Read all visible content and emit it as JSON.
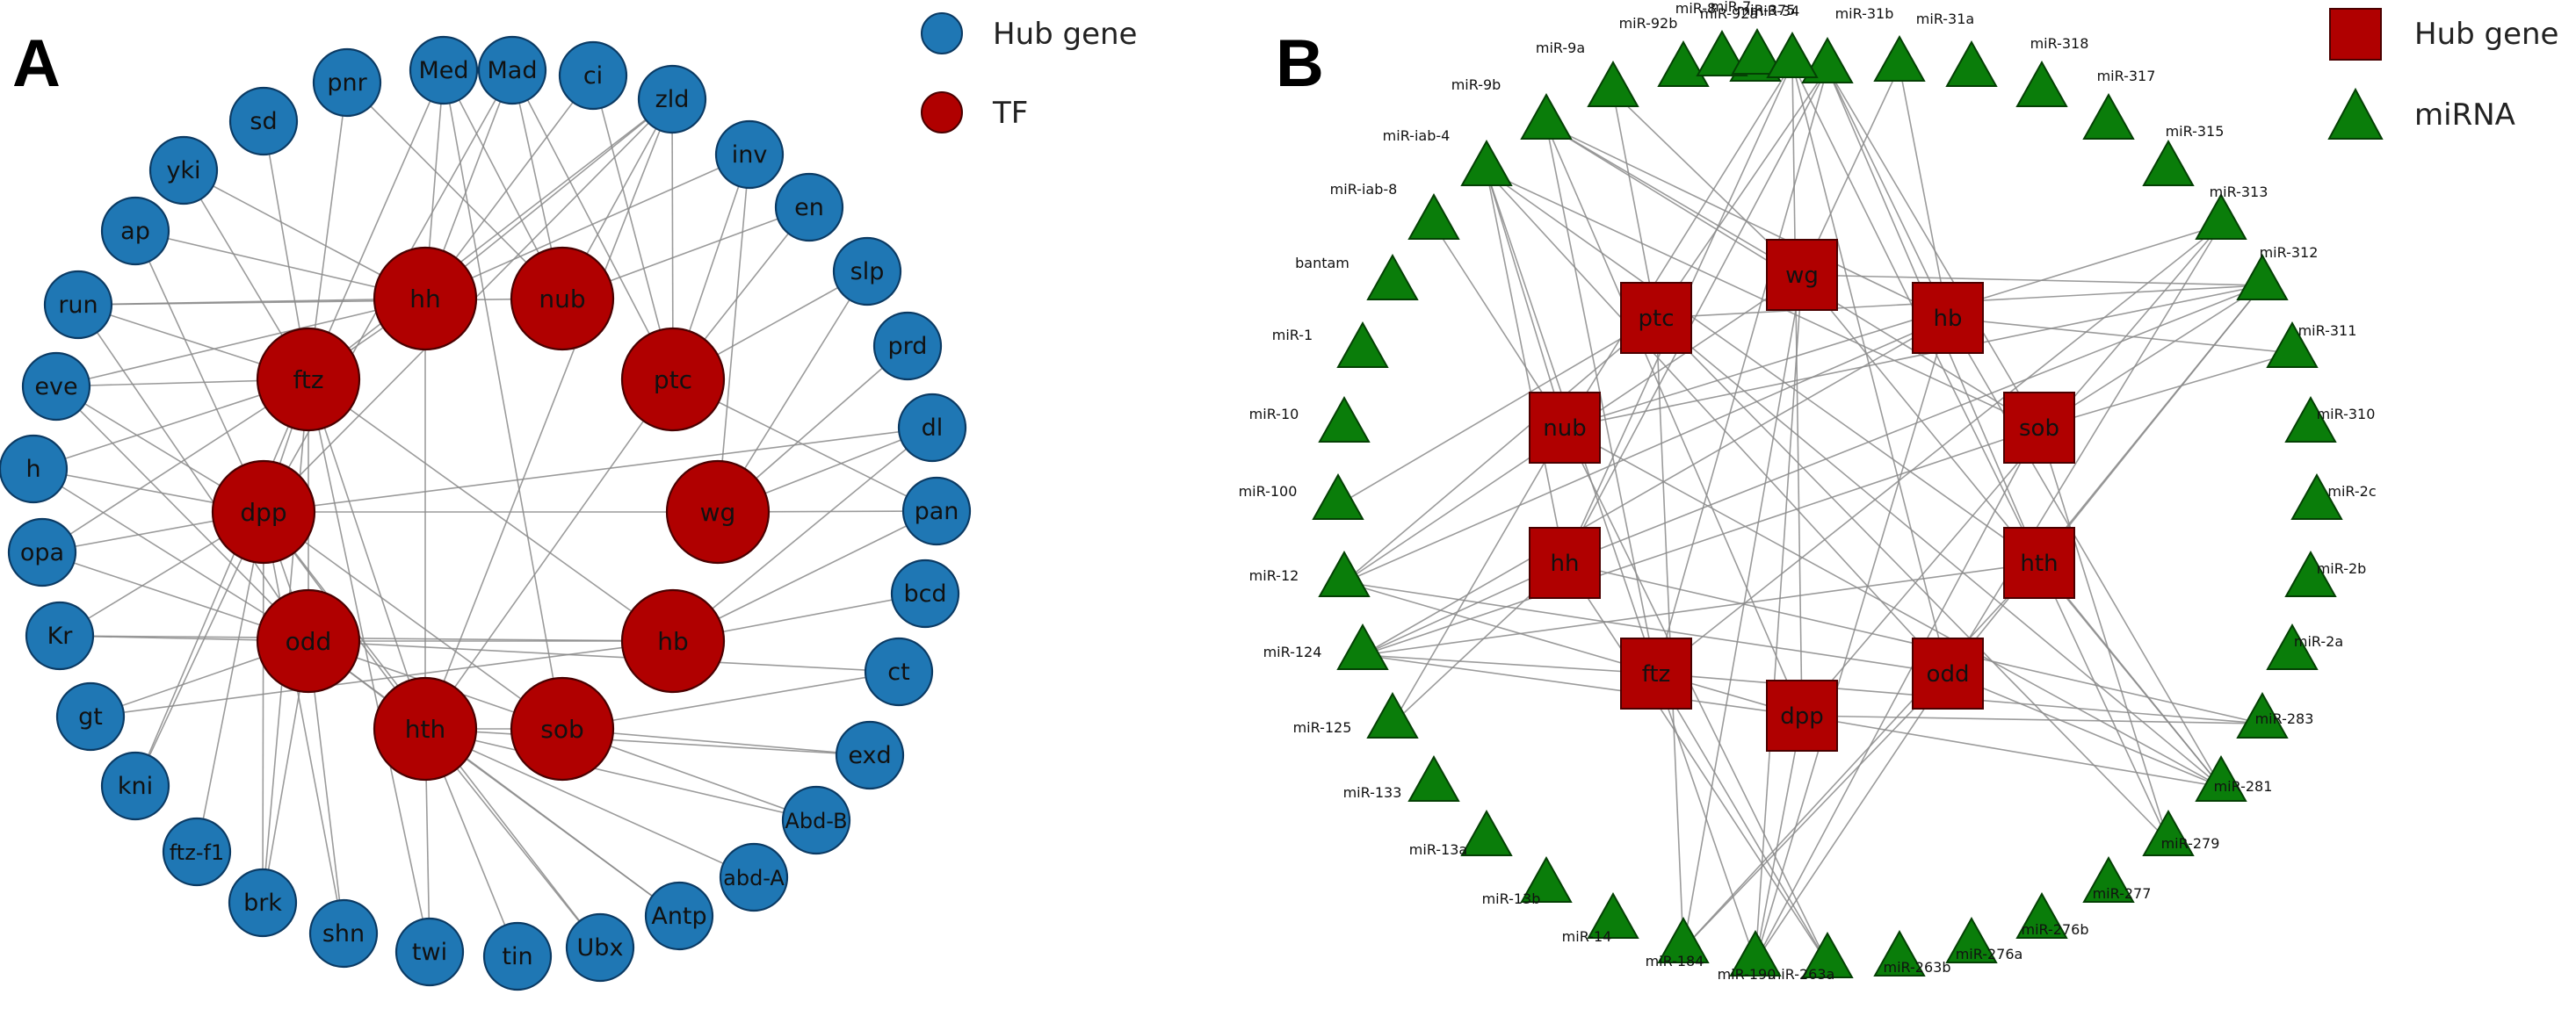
{
  "colors": {
    "hub_blue": "#1f77b4",
    "tf_red": "#b00000",
    "mirna_green": "#0a7d0a",
    "edge": "#8a8a8a"
  },
  "panel_a": {
    "label": "A",
    "legend": [
      {
        "shape": "circle",
        "color": "#1f77b4",
        "text": "Hub gene"
      },
      {
        "shape": "circle",
        "color": "#b00000",
        "text": "TF"
      }
    ],
    "outer_nodes": [
      "Med",
      "Mad",
      "ci",
      "zld",
      "inv",
      "en",
      "slp",
      "prd",
      "dl",
      "pan",
      "bcd",
      "ct",
      "exd",
      "Abd-B",
      "abd-A",
      "Antp",
      "Ubx",
      "tin",
      "twi",
      "shn",
      "brk",
      "ftz-f1",
      "kni",
      "gt",
      "Kr",
      "opa",
      "h",
      "eve",
      "run",
      "ap",
      "yki",
      "sd",
      "pnr"
    ],
    "tf_nodes": [
      "hh",
      "nub",
      "ptc",
      "wg",
      "hb",
      "sob",
      "hth",
      "odd",
      "dpp",
      "ftz"
    ],
    "edges": [
      [
        "hh",
        "Med"
      ],
      [
        "hh",
        "Mad"
      ],
      [
        "hh",
        "ci"
      ],
      [
        "hh",
        "zld"
      ],
      [
        "hh",
        "inv"
      ],
      [
        "hh",
        "run"
      ],
      [
        "hh",
        "ap"
      ],
      [
        "hh",
        "yki"
      ],
      [
        "hh",
        "eve"
      ],
      [
        "nub",
        "Mad"
      ],
      [
        "nub",
        "Med"
      ],
      [
        "nub",
        "zld"
      ],
      [
        "nub",
        "en"
      ],
      [
        "nub",
        "run"
      ],
      [
        "nub",
        "pnr"
      ],
      [
        "ptc",
        "zld"
      ],
      [
        "ptc",
        "inv"
      ],
      [
        "ptc",
        "en"
      ],
      [
        "ptc",
        "slp"
      ],
      [
        "ptc",
        "ci"
      ],
      [
        "ptc",
        "Mad"
      ],
      [
        "ptc",
        "pan"
      ],
      [
        "ptc",
        "hth"
      ],
      [
        "wg",
        "dl"
      ],
      [
        "wg",
        "pan"
      ],
      [
        "wg",
        "prd"
      ],
      [
        "wg",
        "slp"
      ],
      [
        "wg",
        "dpp"
      ],
      [
        "wg",
        "inv"
      ],
      [
        "hb",
        "bcd"
      ],
      [
        "hb",
        "pan"
      ],
      [
        "hb",
        "dl"
      ],
      [
        "hb",
        "odd"
      ],
      [
        "hb",
        "gt"
      ],
      [
        "hb",
        "Kr"
      ],
      [
        "hb",
        "ftz"
      ],
      [
        "sob",
        "ct"
      ],
      [
        "sob",
        "exd"
      ],
      [
        "sob",
        "Abd-B"
      ],
      [
        "sob",
        "hth"
      ],
      [
        "sob",
        "odd"
      ],
      [
        "sob",
        "dpp"
      ],
      [
        "sob",
        "Med"
      ],
      [
        "hth",
        "Abd-B"
      ],
      [
        "hth",
        "abd-A"
      ],
      [
        "hth",
        "Antp"
      ],
      [
        "hth",
        "Ubx"
      ],
      [
        "hth",
        "tin"
      ],
      [
        "hth",
        "twi"
      ],
      [
        "hth",
        "exd"
      ],
      [
        "hth",
        "odd"
      ],
      [
        "hth",
        "ftz"
      ],
      [
        "hth",
        "dpp"
      ],
      [
        "hth",
        "hh"
      ],
      [
        "hth",
        "zld"
      ],
      [
        "odd",
        "h"
      ],
      [
        "odd",
        "opa"
      ],
      [
        "odd",
        "Kr"
      ],
      [
        "odd",
        "eve"
      ],
      [
        "odd",
        "run"
      ],
      [
        "odd",
        "shn"
      ],
      [
        "odd",
        "brk"
      ],
      [
        "odd",
        "gt"
      ],
      [
        "odd",
        "ct"
      ],
      [
        "odd",
        "ftz"
      ],
      [
        "odd",
        "dpp"
      ],
      [
        "odd",
        "Antp"
      ],
      [
        "dpp",
        "Kr"
      ],
      [
        "dpp",
        "h"
      ],
      [
        "dpp",
        "eve"
      ],
      [
        "dpp",
        "opa"
      ],
      [
        "dpp",
        "dl"
      ],
      [
        "dpp",
        "ap"
      ],
      [
        "dpp",
        "ftz"
      ],
      [
        "dpp",
        "shn"
      ],
      [
        "dpp",
        "kni"
      ],
      [
        "dpp",
        "ftz-f1"
      ],
      [
        "dpp",
        "Mad"
      ],
      [
        "dpp",
        "zld"
      ],
      [
        "dpp",
        "Ubx"
      ],
      [
        "dpp",
        "brk"
      ],
      [
        "ftz",
        "sd"
      ],
      [
        "ftz",
        "yki"
      ],
      [
        "ftz",
        "eve"
      ],
      [
        "ftz",
        "run"
      ],
      [
        "ftz",
        "h"
      ],
      [
        "ftz",
        "pnr"
      ],
      [
        "ftz",
        "Med"
      ],
      [
        "ftz",
        "zld"
      ],
      [
        "ftz",
        "hh"
      ],
      [
        "ftz",
        "kni"
      ],
      [
        "ftz",
        "brk"
      ],
      [
        "ftz",
        "twi"
      ],
      [
        "ftz",
        "opa"
      ]
    ]
  },
  "panel_b": {
    "label": "B",
    "legend": [
      {
        "shape": "square",
        "color": "#b00000",
        "text": "Hub gene"
      },
      {
        "shape": "triangle",
        "color": "#0a7d0a",
        "text": "miRNA"
      }
    ],
    "hub_nodes": [
      "ptc",
      "wg",
      "hb",
      "sob",
      "hth",
      "odd",
      "dpp",
      "ftz",
      "hh",
      "nub"
    ],
    "mirnas": [
      "miR-34",
      "miR-31b",
      "miR-31a",
      "miR-318",
      "miR-317",
      "miR-315",
      "miR-313",
      "miR-312",
      "miR-311",
      "miR-310",
      "miR-2c",
      "miR-2b",
      "miR-2a",
      "miR-283",
      "miR-281",
      "miR-279",
      "miR-277",
      "miR-276b",
      "miR-276a",
      "miR-263b",
      "miR-263a",
      "miR-190",
      "miR-184",
      "miR-14",
      "miR-13b",
      "miR-13a",
      "miR-133",
      "miR-125",
      "miR-124",
      "miR-12",
      "miR-100",
      "miR-10",
      "miR-1",
      "bantam",
      "miR-iab-8",
      "miR-iab-4",
      "miR-9b",
      "miR-9a",
      "miR-92b",
      "miR-92a",
      "miR-8",
      "miR-7",
      "miR-375"
    ]
  }
}
